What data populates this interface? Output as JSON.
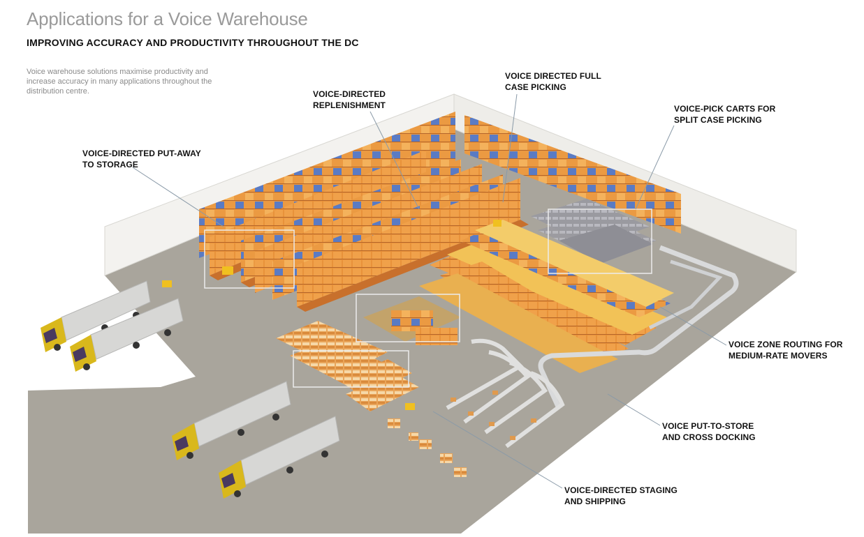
{
  "header": {
    "title": "Applications for a Voice Warehouse",
    "subtitle": "IMPROVING ACCURACY AND PRODUCTIVITY THROUGHOUT THE DC",
    "intro": "Voice warehouse solutions maximise productivity and increase accuracy in many applications throughout the distribution centre."
  },
  "callouts": {
    "put_away": {
      "line1": "VOICE-DIRECTED PUT-AWAY",
      "line2": "TO STORAGE"
    },
    "replenishment": {
      "line1": "VOICE-DIRECTED",
      "line2": "REPLENISHMENT"
    },
    "full_case": {
      "line1": "VOICE DIRECTED FULL",
      "line2": "CASE PICKING"
    },
    "pick_carts": {
      "line1": "VOICE-PICK CARTS FOR",
      "line2": "SPLIT CASE PICKING"
    },
    "zone_routing": {
      "line1": "VOICE ZONE ROUTING FOR",
      "line2": "MEDIUM-RATE MOVERS"
    },
    "put_to_store": {
      "line1": "VOICE PUT-TO-STORE",
      "line2": "AND CROSS DOCKING"
    },
    "staging": {
      "line1": "VOICE-DIRECTED STAGING",
      "line2": "AND SHIPPING"
    }
  },
  "colors": {
    "floor": "#a9a59c",
    "wall": "#f3f2ef",
    "rack_orange": "#e8923a",
    "rack_blue": "#5a7bc4",
    "truck_cab": "#d9b81c",
    "trailer": "#d7d7d5"
  }
}
